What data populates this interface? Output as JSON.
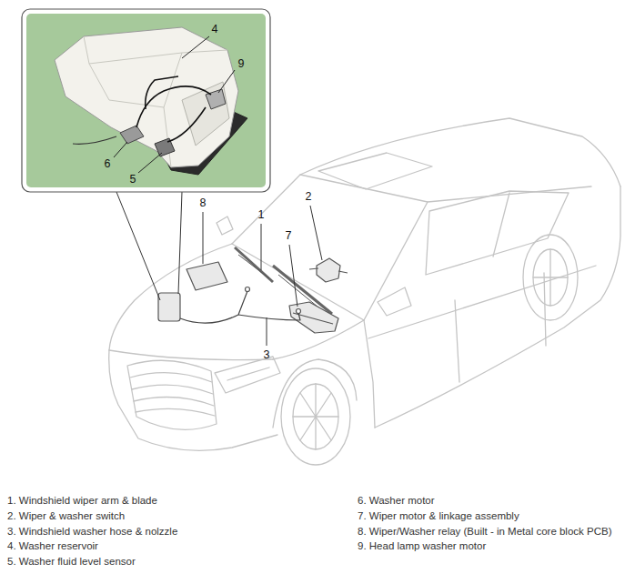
{
  "diagram": {
    "labels": [
      "4",
      "9",
      "6",
      "5",
      "8",
      "1",
      "2",
      "7",
      "3",
      "1. Windshield wiper arm & blade",
      "2. Wiper & washer switch",
      "3. Windshield washer hose & nolzzle",
      "4. Washer reservoir",
      "5. Washer fluid level sensor",
      "6. Washer motor",
      "7. Wiper motor & linkage assembly",
      "8. Wiper/Washer relay (Built - in Metal core block PCB)",
      "9. Head lamp washer motor"
    ]
  }
}
